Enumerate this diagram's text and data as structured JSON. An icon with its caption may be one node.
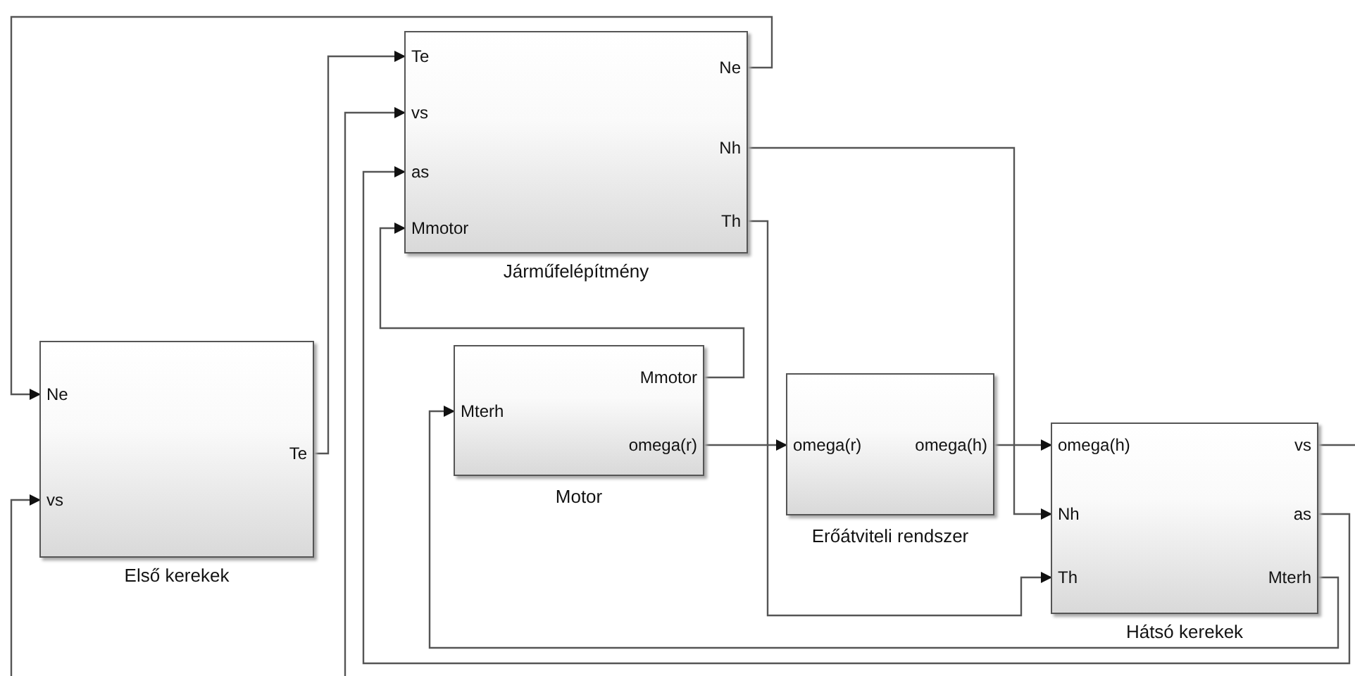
{
  "diagram": {
    "nodes": [
      {
        "text": [
          "Te",
          "vs",
          "as",
          "Mmotor",
          "Ne",
          "Nh",
          "Th"
        ],
        "beside": [
          "Járműfelépítmény"
        ]
      },
      {
        "text": [
          "Ne",
          "vs",
          "Te"
        ],
        "beside": [
          "Első kerekek"
        ]
      },
      {
        "text": [
          "Mterh",
          "Mmotor",
          "omega(r)"
        ],
        "beside": [
          "Motor"
        ]
      },
      {
        "text": [
          "omega(r)",
          "omega(h)"
        ],
        "beside": [
          "Erőátviteli rendszer"
        ]
      },
      {
        "text": [
          "omega(h)",
          "Nh",
          "Th",
          "vs",
          "as",
          "Mterh"
        ],
        "beside": [
          "Hátsó kerekek"
        ]
      }
    ],
    "edges": [
      {
        "from": 0,
        "to": 1,
        "arrow": "to"
      },
      {
        "from": 1,
        "to": 0,
        "arrow": "to"
      },
      {
        "from": 0,
        "to": 4,
        "arrow": "to"
      },
      {
        "from": 0,
        "to": 4,
        "arrow": "to"
      },
      {
        "from": 2,
        "to": 0,
        "arrow": "to"
      },
      {
        "from": 2,
        "to": 3,
        "arrow": "to"
      },
      {
        "from": 3,
        "to": 4,
        "arrow": "to"
      },
      {
        "from": 4,
        "to": 0,
        "arrow": "to"
      },
      {
        "from": 4,
        "to": 2,
        "arrow": "to"
      },
      {
        "from": 4,
        "to": null,
        "arrow": "none"
      },
      {
        "from": null,
        "to": 0,
        "arrow": "to"
      },
      {
        "from": null,
        "to": 1,
        "arrow": "to"
      }
    ]
  }
}
